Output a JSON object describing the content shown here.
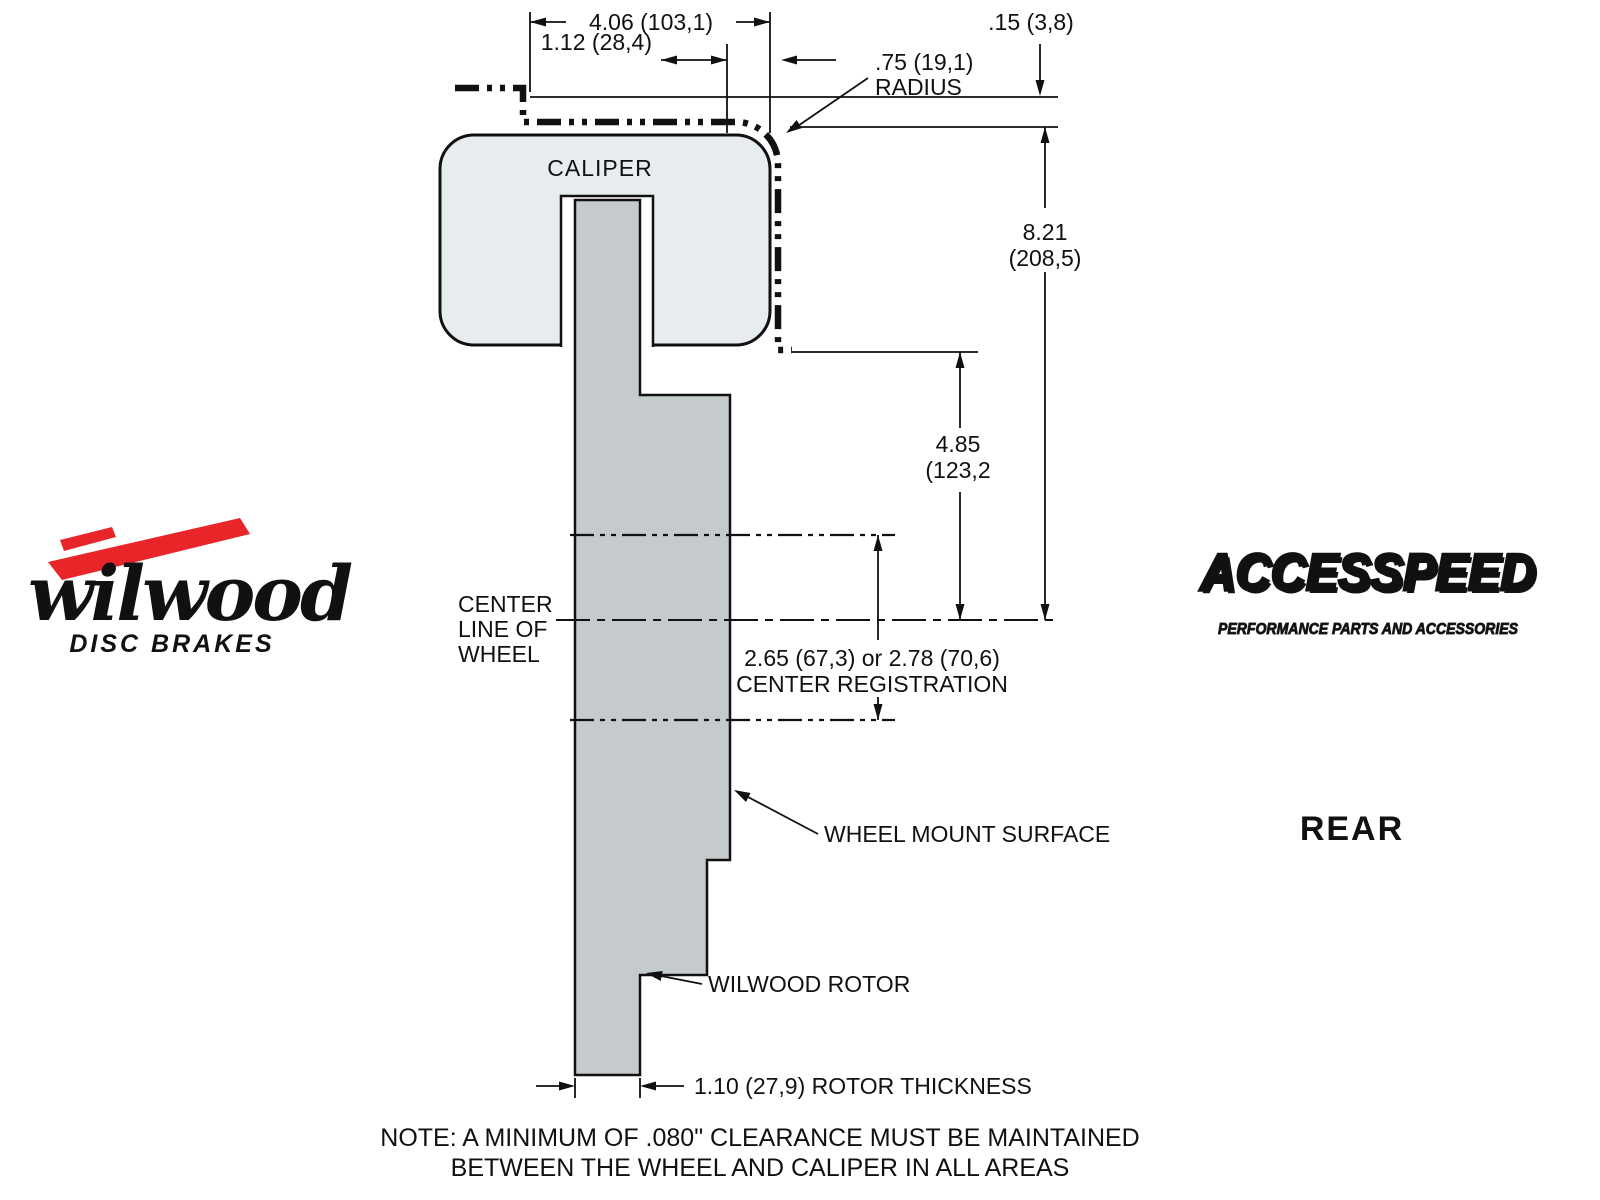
{
  "diagram": {
    "caliper_label": "CALIPER",
    "dim_overall_width": "4.06 (103,1)",
    "dim_caliper_offset": "1.12 (28,4)",
    "dim_wheel_clearance": ".15 (3,8)",
    "dim_radius_value": ".75 (19,1)",
    "dim_radius_word": "RADIUS",
    "dim_height_value": "8.21",
    "dim_height_mm": "(208,5)",
    "dim_mid_value": "4.85",
    "dim_mid_mm": "(123,2",
    "dim_center_reg_value": "2.65 (67,3) or 2.78 (70,6)",
    "dim_center_reg_label": "CENTER REGISTRATION",
    "dim_rotor_thickness": "1.10 (27,9) ROTOR THICKNESS",
    "label_centerline_1": "CENTER",
    "label_centerline_2": "LINE OF",
    "label_centerline_3": "WHEEL",
    "label_wheel_mount": "WHEEL MOUNT SURFACE",
    "label_rotor": "WILWOOD ROTOR",
    "note_line1": "NOTE: A MINIMUM OF .080\" CLEARANCE MUST BE MAINTAINED",
    "note_line2": "BETWEEN THE WHEEL AND CALIPER IN ALL AREAS"
  },
  "branding": {
    "wilwood_name": "wilwood",
    "wilwood_tagline": "DISC BRAKES",
    "accesspeed_name": "ACCESSPEED",
    "accesspeed_tagline": "PERFORMANCE PARTS AND ACCESSORIES",
    "position_label": "REAR"
  },
  "colors": {
    "caliper_fill": "#e7ecef",
    "rotor_fill": "#c5cacd",
    "line": "#111111",
    "wilwood_red": "#e8262a"
  }
}
